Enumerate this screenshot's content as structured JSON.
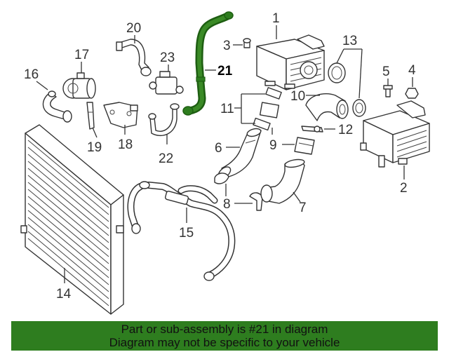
{
  "diagram": {
    "callouts": [
      {
        "id": "1",
        "label": "1"
      },
      {
        "id": "2",
        "label": "2"
      },
      {
        "id": "3",
        "label": "3"
      },
      {
        "id": "4",
        "label": "4"
      },
      {
        "id": "5",
        "label": "5"
      },
      {
        "id": "6",
        "label": "6"
      },
      {
        "id": "7",
        "label": "7"
      },
      {
        "id": "8",
        "label": "8"
      },
      {
        "id": "9",
        "label": "9"
      },
      {
        "id": "10",
        "label": "10"
      },
      {
        "id": "11",
        "label": "11"
      },
      {
        "id": "12",
        "label": "12"
      },
      {
        "id": "13",
        "label": "13"
      },
      {
        "id": "14",
        "label": "14"
      },
      {
        "id": "15",
        "label": "15"
      },
      {
        "id": "16",
        "label": "16"
      },
      {
        "id": "17",
        "label": "17"
      },
      {
        "id": "18",
        "label": "18"
      },
      {
        "id": "19",
        "label": "19"
      },
      {
        "id": "20",
        "label": "20"
      },
      {
        "id": "21",
        "label": "21"
      },
      {
        "id": "22",
        "label": "22"
      },
      {
        "id": "23",
        "label": "23"
      }
    ],
    "highlighted_part": "21",
    "highlight_color": "#2e7d1f"
  },
  "banner": {
    "line1": "Part or sub-assembly is #21 in diagram",
    "line2": "Diagram may not be specific to your vehicle",
    "background": "#2e7d1f"
  }
}
